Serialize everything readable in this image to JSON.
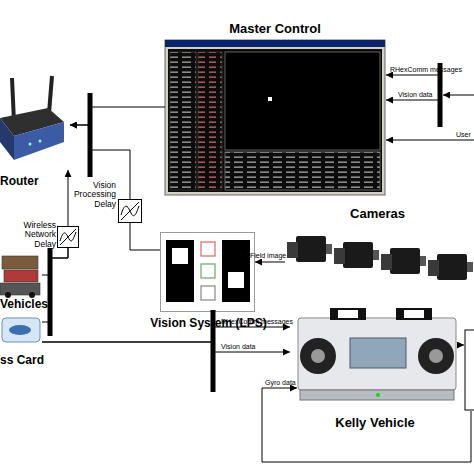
{
  "diagram": {
    "nodes": [
      {
        "text": [
          "Master Control"
        ]
      },
      {
        "text": [
          "Router"
        ]
      },
      {
        "text": [
          "Vision Processing Delay"
        ]
      },
      {
        "text": [
          "Wireless Network Delay"
        ]
      },
      {
        "text": [
          "Vehicles"
        ]
      },
      {
        "text": [
          "ss Card"
        ]
      },
      {
        "text": [
          "Vision System (LPS)"
        ]
      },
      {
        "text": [
          "Cameras"
        ]
      },
      {
        "text": [
          "Kelly Vehicle"
        ]
      }
    ],
    "edges": [
      {
        "from": 0,
        "to": 1,
        "arrow": "to"
      },
      {
        "from": 6,
        "to": 2,
        "arrow": "none"
      },
      {
        "from": 2,
        "to": 1,
        "arrow": "to"
      },
      {
        "from": 3,
        "to": 1,
        "arrow": "to"
      },
      {
        "from": 4,
        "to": 3,
        "arrow": "none"
      },
      {
        "from": 5,
        "to": 3,
        "arrow": "none"
      },
      {
        "from": 5,
        "to": 8,
        "label": "RHexComm messages",
        "arrow": "to"
      },
      {
        "from": 5,
        "to": 8,
        "label": "Vision data",
        "arrow": "to"
      },
      {
        "from": 7,
        "to": 6,
        "label": "Field image",
        "arrow": "to"
      }
    ],
    "labels": [
      "RHexComm messages",
      "Vision data",
      "User",
      "Gyro data"
    ]
  }
}
